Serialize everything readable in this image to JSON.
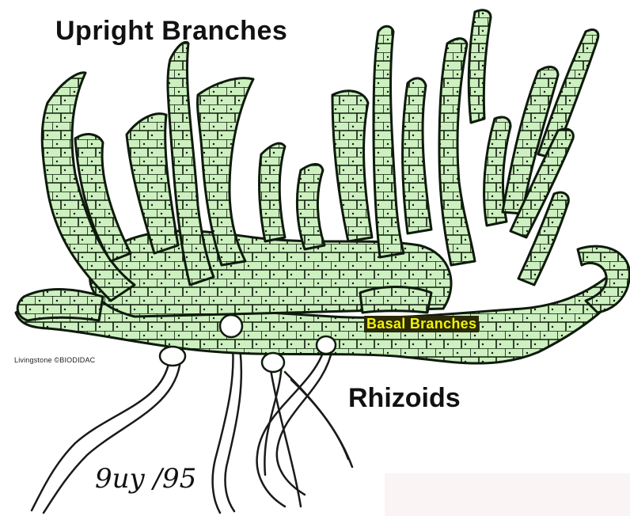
{
  "labels": {
    "upright_branches": "Upright Branches",
    "basal_branches": "Basal Branches",
    "rhizoids": "Rhizoids",
    "credit": "Livingstone ©BIODIDAC",
    "signature": "9uy /95"
  },
  "colors": {
    "cell_fill": "#ccf0bf",
    "cell_stroke": "#0e1a0c",
    "rhizoid_stroke": "#1a1a1a",
    "basal_highlight_text": "#f2f20a"
  }
}
